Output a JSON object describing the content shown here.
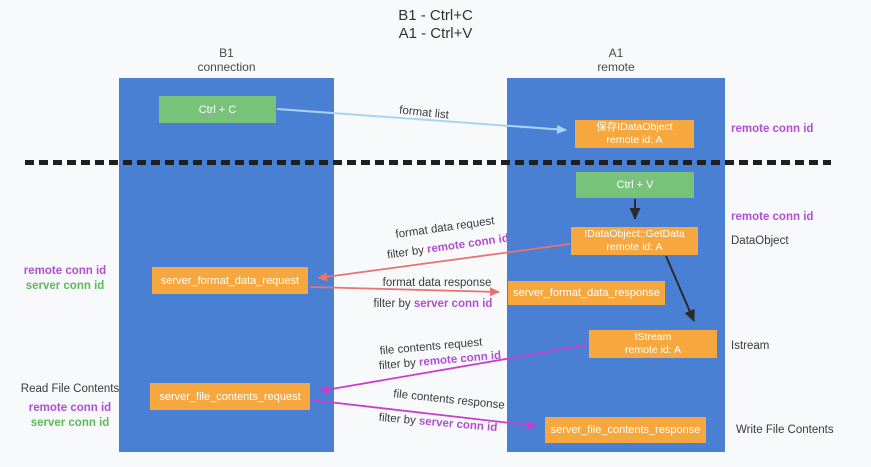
{
  "title": {
    "line1": "B1 - Ctrl+C",
    "line2": "A1 - Ctrl+V"
  },
  "columns": {
    "b1": {
      "name": "B1",
      "subtitle": "connection"
    },
    "a1": {
      "name": "A1",
      "subtitle": "remote"
    }
  },
  "nodes": {
    "ctrl_c": {
      "label": "Ctrl + C"
    },
    "save_dataobject": {
      "line1": "保存IDataObject",
      "line2": "remote id: A"
    },
    "ctrl_v": {
      "label": "Ctrl + V"
    },
    "getdata": {
      "line1": "IDataObject::GetData",
      "line2": "remote id: A"
    },
    "format_request": {
      "label": "server_format_data_request"
    },
    "format_response": {
      "label": "server_format_data_response"
    },
    "istream": {
      "line1": "IStream",
      "line2": "remote id: A"
    },
    "file_request": {
      "label": "server_file_contents_request"
    },
    "file_response": {
      "label": "server_file_contents_response"
    }
  },
  "edge_labels": {
    "format_list": "format list",
    "format_request": "format data request",
    "format_request_filter_prefix": "filter by ",
    "format_request_filter_term": "remote conn id",
    "format_response": "format data response",
    "format_response_filter_prefix": "filter by ",
    "format_response_filter_term": "server conn id",
    "file_request": "file contents request",
    "file_request_filter_prefix": "filter by ",
    "file_request_filter_term": "remote conn id",
    "file_response": "file contents response",
    "file_response_filter_prefix": "filter by ",
    "file_response_filter_term": "server conn id"
  },
  "side_labels": {
    "right_remote_top": "remote conn id",
    "right_remote_mid": "remote conn id",
    "right_dataobject": "DataObject",
    "right_istream": "Istream",
    "right_write": "Write File Contents",
    "left_remote_1": "remote conn id",
    "left_server_1": "server conn id",
    "left_read": "Read File Contents",
    "left_remote_2": "remote conn id",
    "left_server_2": "server conn id"
  },
  "colors": {
    "column_blue": "#4A80D4",
    "node_green": "#79C279",
    "node_orange": "#F6A73D",
    "arrow_red": "#E8736F",
    "arrow_magenta": "#CB3ECB",
    "arrow_lightblue": "#A9D5F3",
    "arrow_black": "#2B2B2B",
    "highlight_purple": "#B04FD0",
    "highlight_green": "#5CB85C",
    "background": "#F8F9FB"
  }
}
